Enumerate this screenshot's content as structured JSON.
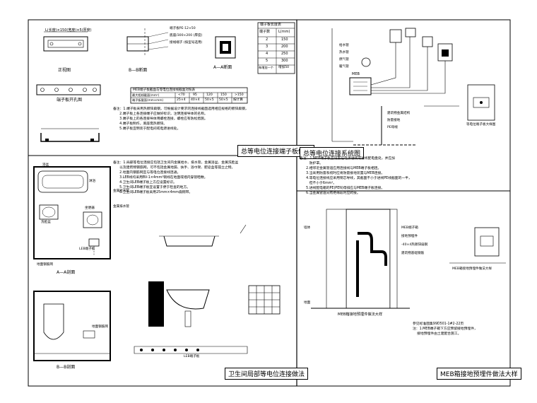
{
  "titles": {
    "terminal_board": "总等电位连接端子板做法",
    "system": "总等电位连接系统图",
    "bathroom": "卫生间局部等电位连接做法",
    "meb_detail": "MEB箱接地预埋件做法大样"
  },
  "terminal_board": {
    "front_view": "正视图",
    "side_view": "A—A断面",
    "section_view": "B—B断面",
    "board_view": "端子板开孔图",
    "dimension_note": "L(长度)×150(宽度)×5(厚度)",
    "left_label": "I",
    "right_label": "I",
    "legend_lines": [
      "端子板PE-12×50",
      "底座/300×200 (厚度)",
      "接线端子 (按型号选用)"
    ],
    "table_title": "端子板长度表",
    "table_headers": [
      "端子数",
      "L(mm)"
    ],
    "table_rows": [
      [
        "2",
        "150"
      ],
      [
        "3",
        "200"
      ],
      [
        "4",
        "250"
      ],
      [
        "5",
        "300"
      ],
      [
        "每增加一个",
        "增加50"
      ]
    ],
    "section_table": {
      "title": "MEB端子板截面与等电位连接线截面对照表",
      "headers": [
        "最大相线截面(mm²)",
        "<70",
        "95",
        "120",
        "150",
        ">150"
      ],
      "row": [
        "端子板截面(mm×mm)",
        "25×4",
        "40×4",
        "50×5",
        "50×5",
        "按计算"
      ]
    },
    "notes": "备注：1.端子板采用热镀锌扁钢，可根据设计要求的连接线截面选用相应规格的镀锌扁钢，\n      2.端子板上各连接端子应做好标识，注明连接导体的名称。\n      3.端子板上的各连接导体用螺栓连接，螺栓应有防松措施。\n      4.端子板制作，底座需热镀锌。\n      5.端子板宜明装于配电间或电源进线处。"
  },
  "system": {
    "legend": "MEB",
    "labels": [
      "给水管",
      "热水管",
      "燃气管",
      "暖气管",
      "建筑物金属结构",
      "防雷接地",
      "PE母线"
    ],
    "box_label": "等电位端子板大样图",
    "notes": "备注：1.MEB端子板宜设置在电源进线或进线配电盘处，并应加\n         防护罩。\n      2.相邻近金属管道应用连接线与MEB端子板相连。\n      3.当采用防雷系统时应将防雷接地装置与MEB连接。\n      4.等电位连接线应采用铜芯导线，其截面不小于进线PE线截面的一半，\n         但不小于6mm²。\n      5.进线配电箱的PE(PEN)母排应与MEB端子板连接。\n      6.当金属管道间有绝缘段时应跨接。"
  },
  "bathroom": {
    "labels": [
      "浴盆",
      "洗脸盆",
      "坐便器",
      "淋浴",
      "LEB端子板",
      "地面钢筋网",
      "金属给水管",
      "金属排水管"
    ],
    "view_a": "A—A剖面",
    "view_b": "B—B剖面",
    "floor_label": "地面钢筋网",
    "leb_label": "LEB端子板",
    "notes": "备注：1.局部等电位连接应包括卫生间内金属给水、排水管，金属浴盆、金属洗脸盆\n      以及建筑物钢筋网，可不包括金属地漏、扶手、浴巾架、肥皂盒等孤立之物。\n      2.地面内钢筋网宜与等电位连接线连通。\n      3.LEB线均采用BV-1×4mm²铜线在地面或墙内穿管暗敷。\n      4.卫生间LEB端子板上方应设置标识。\n      5.卫生间LEB端子板宜设置于便于检查的地方。\n      6.卫生间LEB端子板采用25mm×4mm扁铜带。"
  },
  "meb_detail": {
    "labels": [
      "MEB端子箱",
      "接地预埋件",
      "-40×4热镀锌扁钢",
      "建筑物基础钢筋",
      "墙体",
      "地面"
    ],
    "caption_a": "MEB箱接地预埋件做法大样",
    "caption_b": "MEB箱接地预埋件做法大样",
    "notes": "参见标准图集99D501-1#2-22页\n注：1.MEB端子箱下方应预留接地预埋件，\n    接地预埋件由土建配合施工。"
  }
}
